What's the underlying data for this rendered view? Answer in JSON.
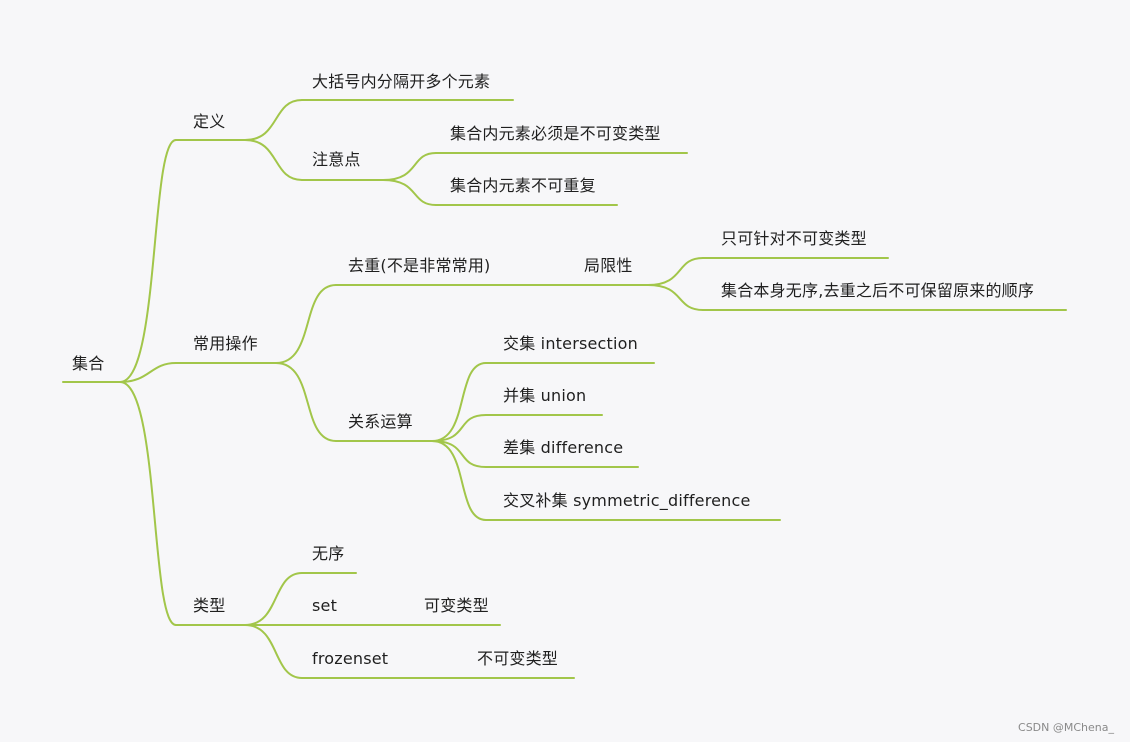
{
  "mindmap": {
    "root": {
      "label": "集合"
    },
    "definition": {
      "label": "定义",
      "braces": "大括号内分隔开多个元素",
      "notes": {
        "label": "注意点",
        "immutable": "集合内元素必须是不可变类型",
        "unique": "集合内元素不可重复"
      }
    },
    "operations": {
      "label": "常用操作",
      "dedupe": {
        "label": "去重(不是非常常用)",
        "limits": {
          "label": "局限性",
          "immutable_only": "只可针对不可变类型",
          "no_order": "集合本身无序,去重之后不可保留原来的顺序"
        }
      },
      "relations": {
        "label": "关系运算",
        "intersection": "交集 intersection",
        "union": "并集 union",
        "difference": "差集 difference",
        "symmetric": "交叉补集  symmetric_difference"
      }
    },
    "types": {
      "label": "类型",
      "unordered": "无序",
      "set": {
        "label": "set",
        "kind": "可变类型"
      },
      "frozenset": {
        "label": "frozenset",
        "kind": "不可变类型"
      }
    }
  },
  "watermark": "CSDN @MChena_",
  "colors": {
    "branch": "#a2c64a",
    "text": "#1f1f1f",
    "background": "#f7f7f9"
  }
}
